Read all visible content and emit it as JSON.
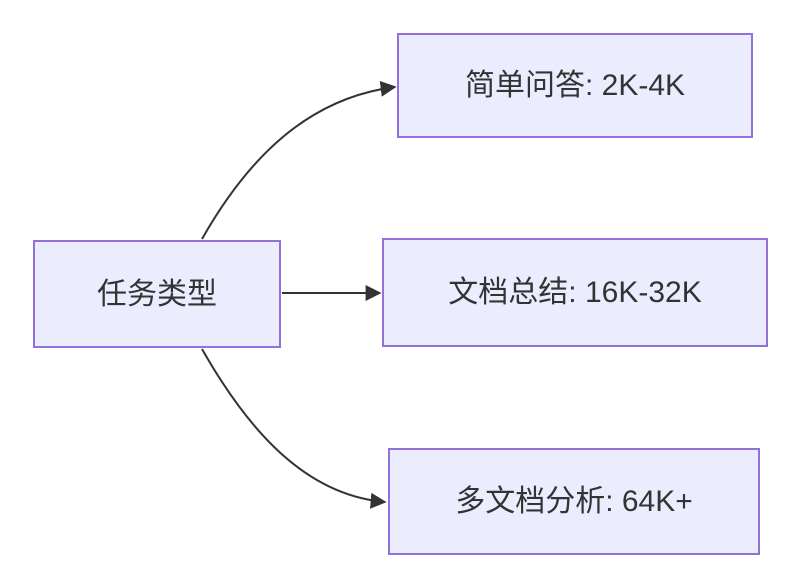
{
  "diagram": {
    "type": "flowchart",
    "direction": "LR",
    "nodes": {
      "root": {
        "id": "root",
        "label": "任务类型"
      },
      "qa": {
        "id": "qa",
        "label": "简单问答: 2K-4K"
      },
      "summary": {
        "id": "summary",
        "label": "文档总结: 16K-32K"
      },
      "multi": {
        "id": "multi",
        "label": "多文档分析: 64K+"
      }
    },
    "edges": [
      {
        "from": "任务类型",
        "to": "简单问答: 2K-4K",
        "style": "curved-up"
      },
      {
        "from": "任务类型",
        "to": "文档总结: 16K-32K",
        "style": "straight"
      },
      {
        "from": "任务类型",
        "to": "多文档分析: 64K+",
        "style": "curved-down"
      }
    ],
    "colors": {
      "background": "#FFFFFF",
      "node_fill": "#ECECFF",
      "node_border": "#9370DB",
      "edge_stroke": "#333333",
      "text": "#333333"
    }
  }
}
